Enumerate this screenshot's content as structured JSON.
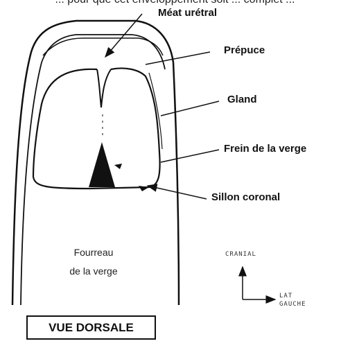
{
  "header_fragment": "... pour que cet enveloppement soit ... complet ...",
  "labels": {
    "meatus": "Méat urétral",
    "prepuce": "Prépuce",
    "glans": "Gland",
    "frenulum": "Frein de la verge",
    "corona": "Sillon coronal",
    "shaft_line1": "Fourreau",
    "shaft_line2": "de la verge"
  },
  "orientation": {
    "cranial": "CRANIAL",
    "left_line1": "LAT",
    "left_line2": "GAUCHE"
  },
  "view_title": "VUE DORSALE"
}
